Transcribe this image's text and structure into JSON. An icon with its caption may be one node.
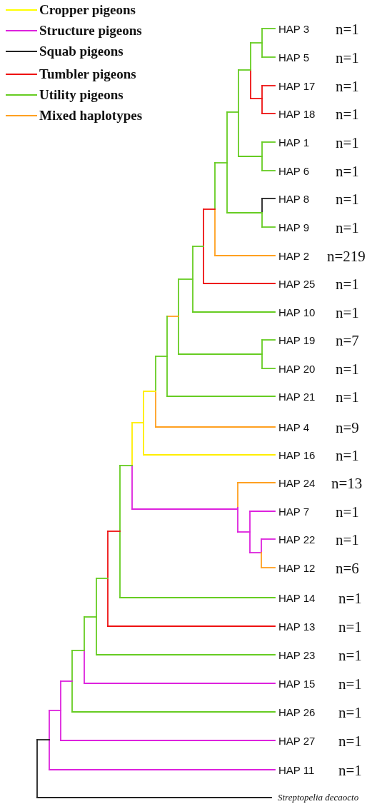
{
  "diagram": {
    "labels": [
      "HAP 3",
      "n=1",
      "HAP 5",
      "n=1",
      "HAP 17",
      "n=1",
      "HAP 18",
      "n=1",
      "HAP 1",
      "n=1",
      "HAP 6",
      "n=1",
      "HAP 8",
      "n=1",
      "HAP 9",
      "n=1",
      "HAP 2",
      "n=219",
      "HAP 25",
      "n=1",
      "HAP 10",
      "n=1",
      "HAP 19",
      "n=7",
      "HAP 20",
      "n=1",
      "HAP 21",
      "n=1",
      "HAP 4",
      "n=9",
      "HAP 16",
      "n=1",
      "HAP 24",
      "n=13",
      "HAP 7",
      "n=1",
      "HAP 22",
      "n=1",
      "HAP 12",
      "n=6",
      "HAP 14",
      "n=1",
      "HAP 13",
      "n=1",
      "HAP 23",
      "n=1",
      "HAP 15",
      "n=1",
      "HAP 26",
      "n=1",
      "HAP 27",
      "n=1",
      "HAP 11",
      "n=1",
      "Streptopelia decaocto"
    ],
    "legend": [
      {
        "text": "Cropper pigeons",
        "color": "#ffff00"
      },
      {
        "text": "Structure pigeons",
        "color": "#dd22dd"
      },
      {
        "text": "Squab pigeons",
        "color": "#222222"
      },
      {
        "text": "Tumbler pigeons",
        "color": "#ee1111"
      },
      {
        "text": "Utility pigeons",
        "color": "#66cc22"
      },
      {
        "text": "Mixed haplotypes",
        "color": "#ffa020"
      }
    ]
  }
}
